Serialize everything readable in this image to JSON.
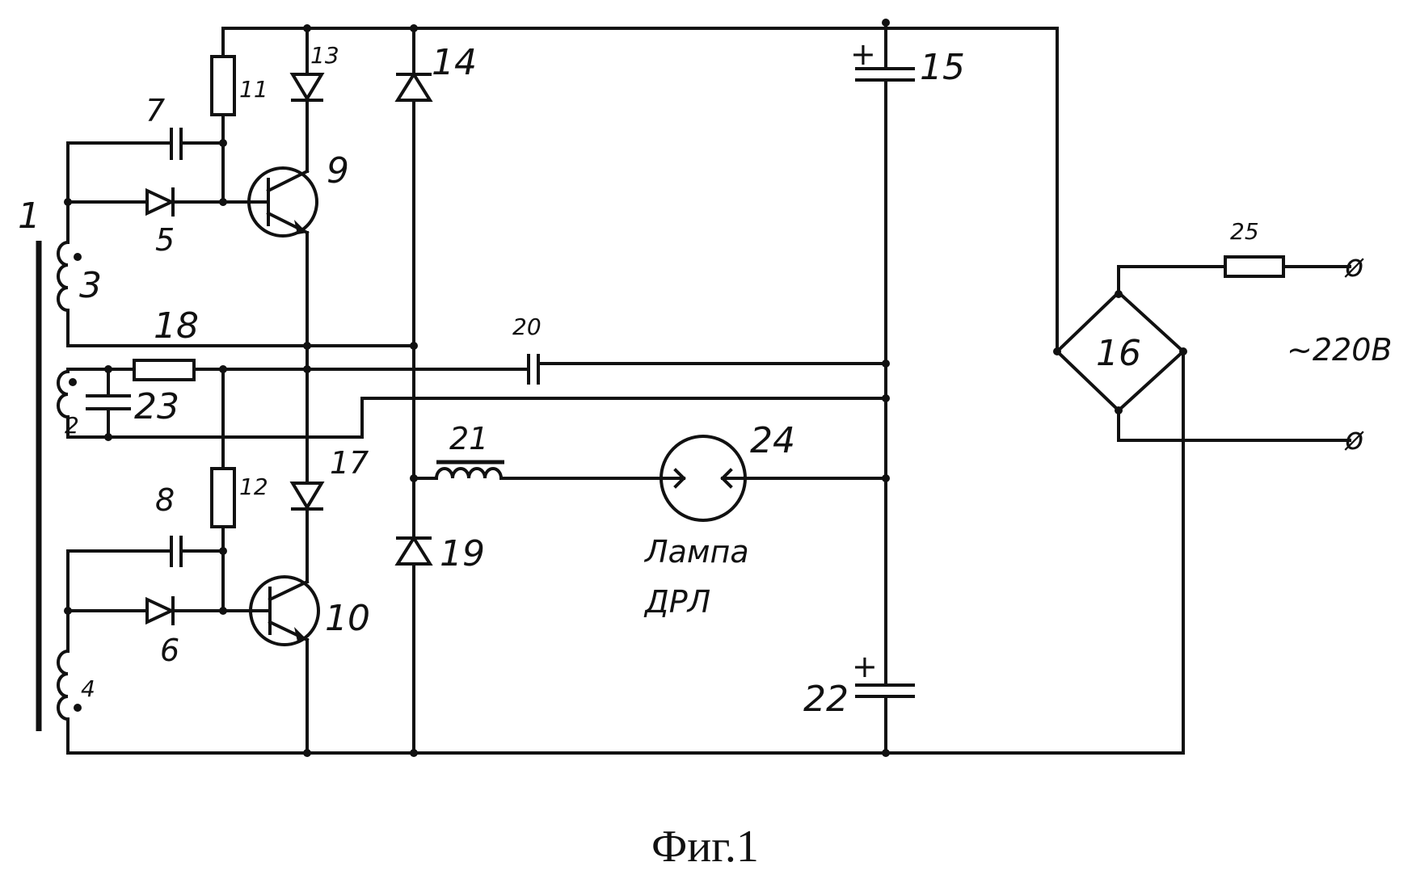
{
  "labels": {
    "transformer": "1",
    "winding_2": "2",
    "winding_3": "3",
    "winding_4": "4",
    "diode_5": "5",
    "diode_6": "6",
    "cap_7": "7",
    "cap_8": "8",
    "transistor_9": "9",
    "transistor_10": "10",
    "resistor_11": "11",
    "resistor_12": "12",
    "diode_13": "13",
    "diode_14": "14",
    "cap_15": "15",
    "bridge_16": "16",
    "diode_17": "17",
    "resistor_18": "18",
    "diode_19": "19",
    "cap_20": "20",
    "choke_21": "21",
    "cap_22": "22",
    "cap_23": "23",
    "lamp_24": "24",
    "resistor_25": "25",
    "supply": "~220В",
    "lamp_name_1": "Лампа",
    "lamp_name_2": "ДРЛ",
    "plus_15": "+",
    "plus_22": "+",
    "terminal_1": "ø",
    "terminal_2": "ø"
  },
  "caption": "Фиг.1"
}
